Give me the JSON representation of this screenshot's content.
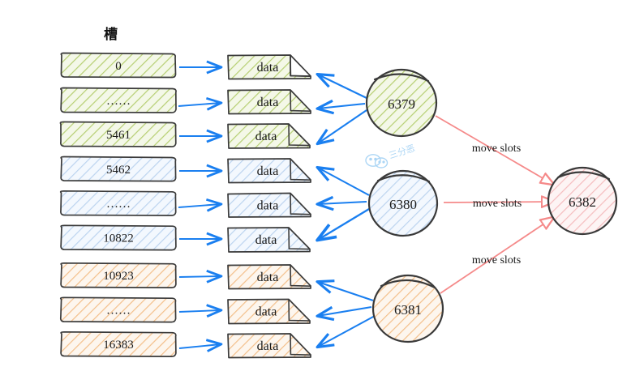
{
  "diagram": {
    "title": "槽",
    "background": "#ffffff",
    "colors": {
      "green_fill": "#eef5dc",
      "green_hatch": "#b6cf72",
      "blue_fill": "#eef4fc",
      "blue_hatch": "#b6ccec",
      "orange_fill": "#fdf0e2",
      "orange_hatch": "#f0b97c",
      "pink_fill": "#fdeff0",
      "pink_hatch": "#f2b3b5",
      "stroke": "#333333",
      "arrow_blue": "#1a7ff0",
      "arrow_pink": "#f58a8a",
      "text": "#1a1a1a",
      "watermark": "#a8d4f5"
    },
    "slots": [
      {
        "label": "0",
        "group": "green"
      },
      {
        "label": "……",
        "group": "green"
      },
      {
        "label": "5461",
        "group": "green"
      },
      {
        "label": "5462",
        "group": "blue"
      },
      {
        "label": "……",
        "group": "blue"
      },
      {
        "label": "10822",
        "group": "blue"
      },
      {
        "label": "10923",
        "group": "orange"
      },
      {
        "label": "……",
        "group": "orange"
      },
      {
        "label": "16383",
        "group": "orange"
      }
    ],
    "data_boxes": [
      {
        "label": "data",
        "group": "green"
      },
      {
        "label": "data",
        "group": "green"
      },
      {
        "label": "data",
        "group": "green"
      },
      {
        "label": "data",
        "group": "blue"
      },
      {
        "label": "data",
        "group": "blue"
      },
      {
        "label": "data",
        "group": "blue"
      },
      {
        "label": "data",
        "group": "orange"
      },
      {
        "label": "data",
        "group": "orange"
      },
      {
        "label": "data",
        "group": "orange"
      }
    ],
    "nodes": [
      {
        "label": "6379",
        "group": "green"
      },
      {
        "label": "6380",
        "group": "blue"
      },
      {
        "label": "6381",
        "group": "orange"
      },
      {
        "label": "6382",
        "group": "pink"
      }
    ],
    "edge_labels": [
      {
        "label": "move slots",
        "from": "6379",
        "to": "6382"
      },
      {
        "label": "move slots",
        "from": "6380",
        "to": "6382"
      },
      {
        "label": "move slots",
        "from": "6381",
        "to": "6382"
      }
    ],
    "watermark": {
      "text": "三分恶",
      "icon": "wechat-icon"
    }
  }
}
